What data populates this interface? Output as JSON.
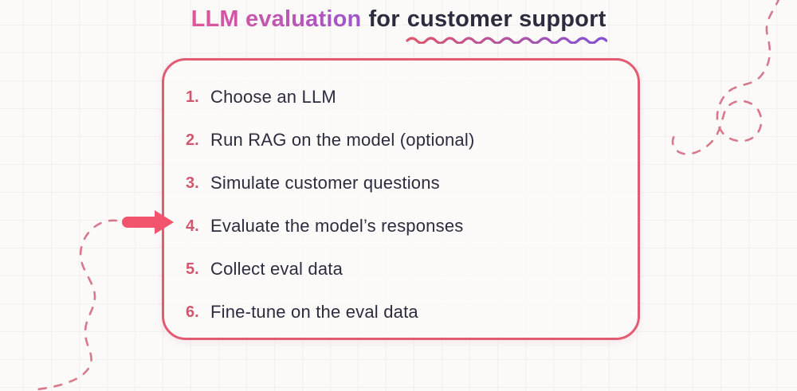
{
  "title": {
    "highlight": "LLM evaluation",
    "connector": "for",
    "underlined": "customer support"
  },
  "steps": [
    {
      "num": "1.",
      "label": "Choose an LLM"
    },
    {
      "num": "2.",
      "label": "Run RAG on the model (optional)"
    },
    {
      "num": "3.",
      "label": "Simulate customer questions"
    },
    {
      "num": "4.",
      "label": "Evaluate the model’s responses"
    },
    {
      "num": "5.",
      "label": "Collect eval data"
    },
    {
      "num": "6.",
      "label": "Fine-tune on the eval data"
    }
  ],
  "arrow_points_to_step": "4.",
  "colors": {
    "title_gradient_start": "#e0569a",
    "title_gradient_end": "#9e56cb",
    "dark_text": "#2d2b3e",
    "step_number": "#d2566e",
    "card_border": "#e35b72",
    "arrow": "#f2536d",
    "dashed_decor": "#d6798b",
    "wave_gradient_start": "#e0576b",
    "wave_gradient_end": "#8450d6",
    "background": "#fbfaf9"
  },
  "icons": {
    "pointer_arrow": "arrow-right-icon",
    "wavy_underline": "squiggle-underline-icon",
    "right_decoration": "dashed-loop-curve-icon",
    "left_decoration": "dashed-s-curve-icon"
  }
}
